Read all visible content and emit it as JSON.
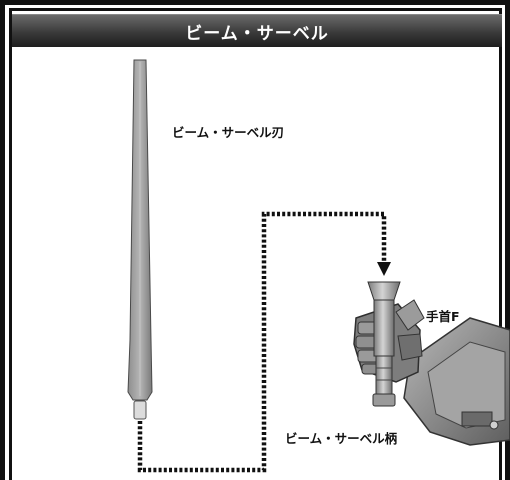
{
  "header": {
    "title": "ビーム・サーベル"
  },
  "parts": {
    "blade_label": "ビーム・サーベル刃",
    "wrist_label": "手首F",
    "hilt_label": "ビーム・サーベル柄"
  }
}
